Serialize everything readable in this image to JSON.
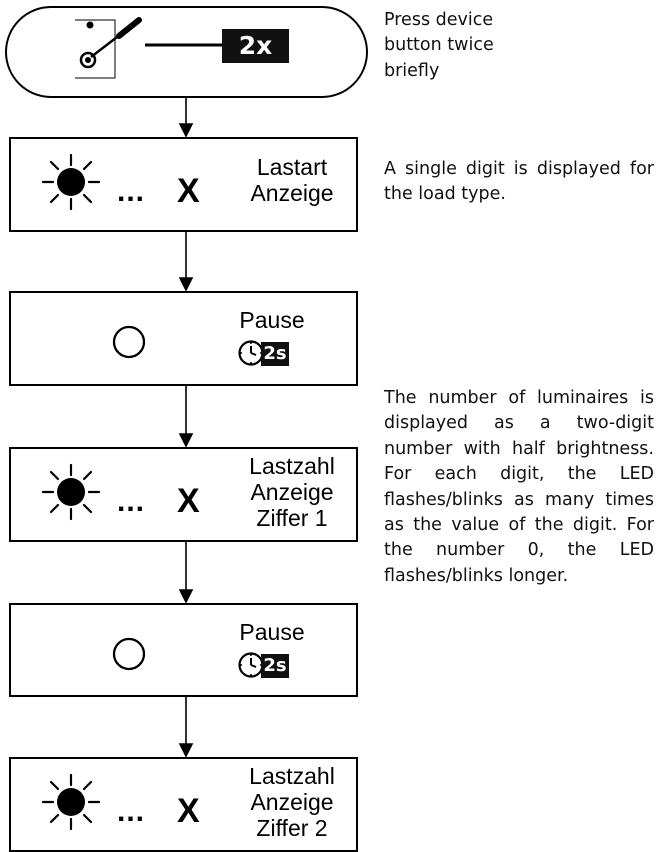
{
  "step1": {
    "repeat_badge": "2x"
  },
  "step2": {
    "label": "Lastart\nAnzeige",
    "value_symbol": "X",
    "ellipsis": "..."
  },
  "step3": {
    "label": "Pause",
    "duration": "2s"
  },
  "step4": {
    "label": "Lastzahl\nAnzeige\nZiffer 1",
    "value_symbol": "X",
    "ellipsis": "..."
  },
  "step5": {
    "label": "Pause",
    "duration": "2s"
  },
  "step6": {
    "label": "Lastzahl\nAnzeige\nZiffer 2",
    "value_symbol": "X",
    "ellipsis": "..."
  },
  "descriptions": {
    "press_button": "Press device button twice briefly",
    "load_type": "A single digit is displayed for the load type.",
    "luminaires": "The number of luminaires is displayed as a two-digit number with half brightness. For each digit, the LED flashes/blinks as many times as the value of the digit. For the number 0, the LED flashes/blinks longer."
  },
  "icons": [
    "screwdriver-icon",
    "device-button-icon",
    "led-flashing-icon",
    "led-off-icon",
    "clock-icon"
  ]
}
